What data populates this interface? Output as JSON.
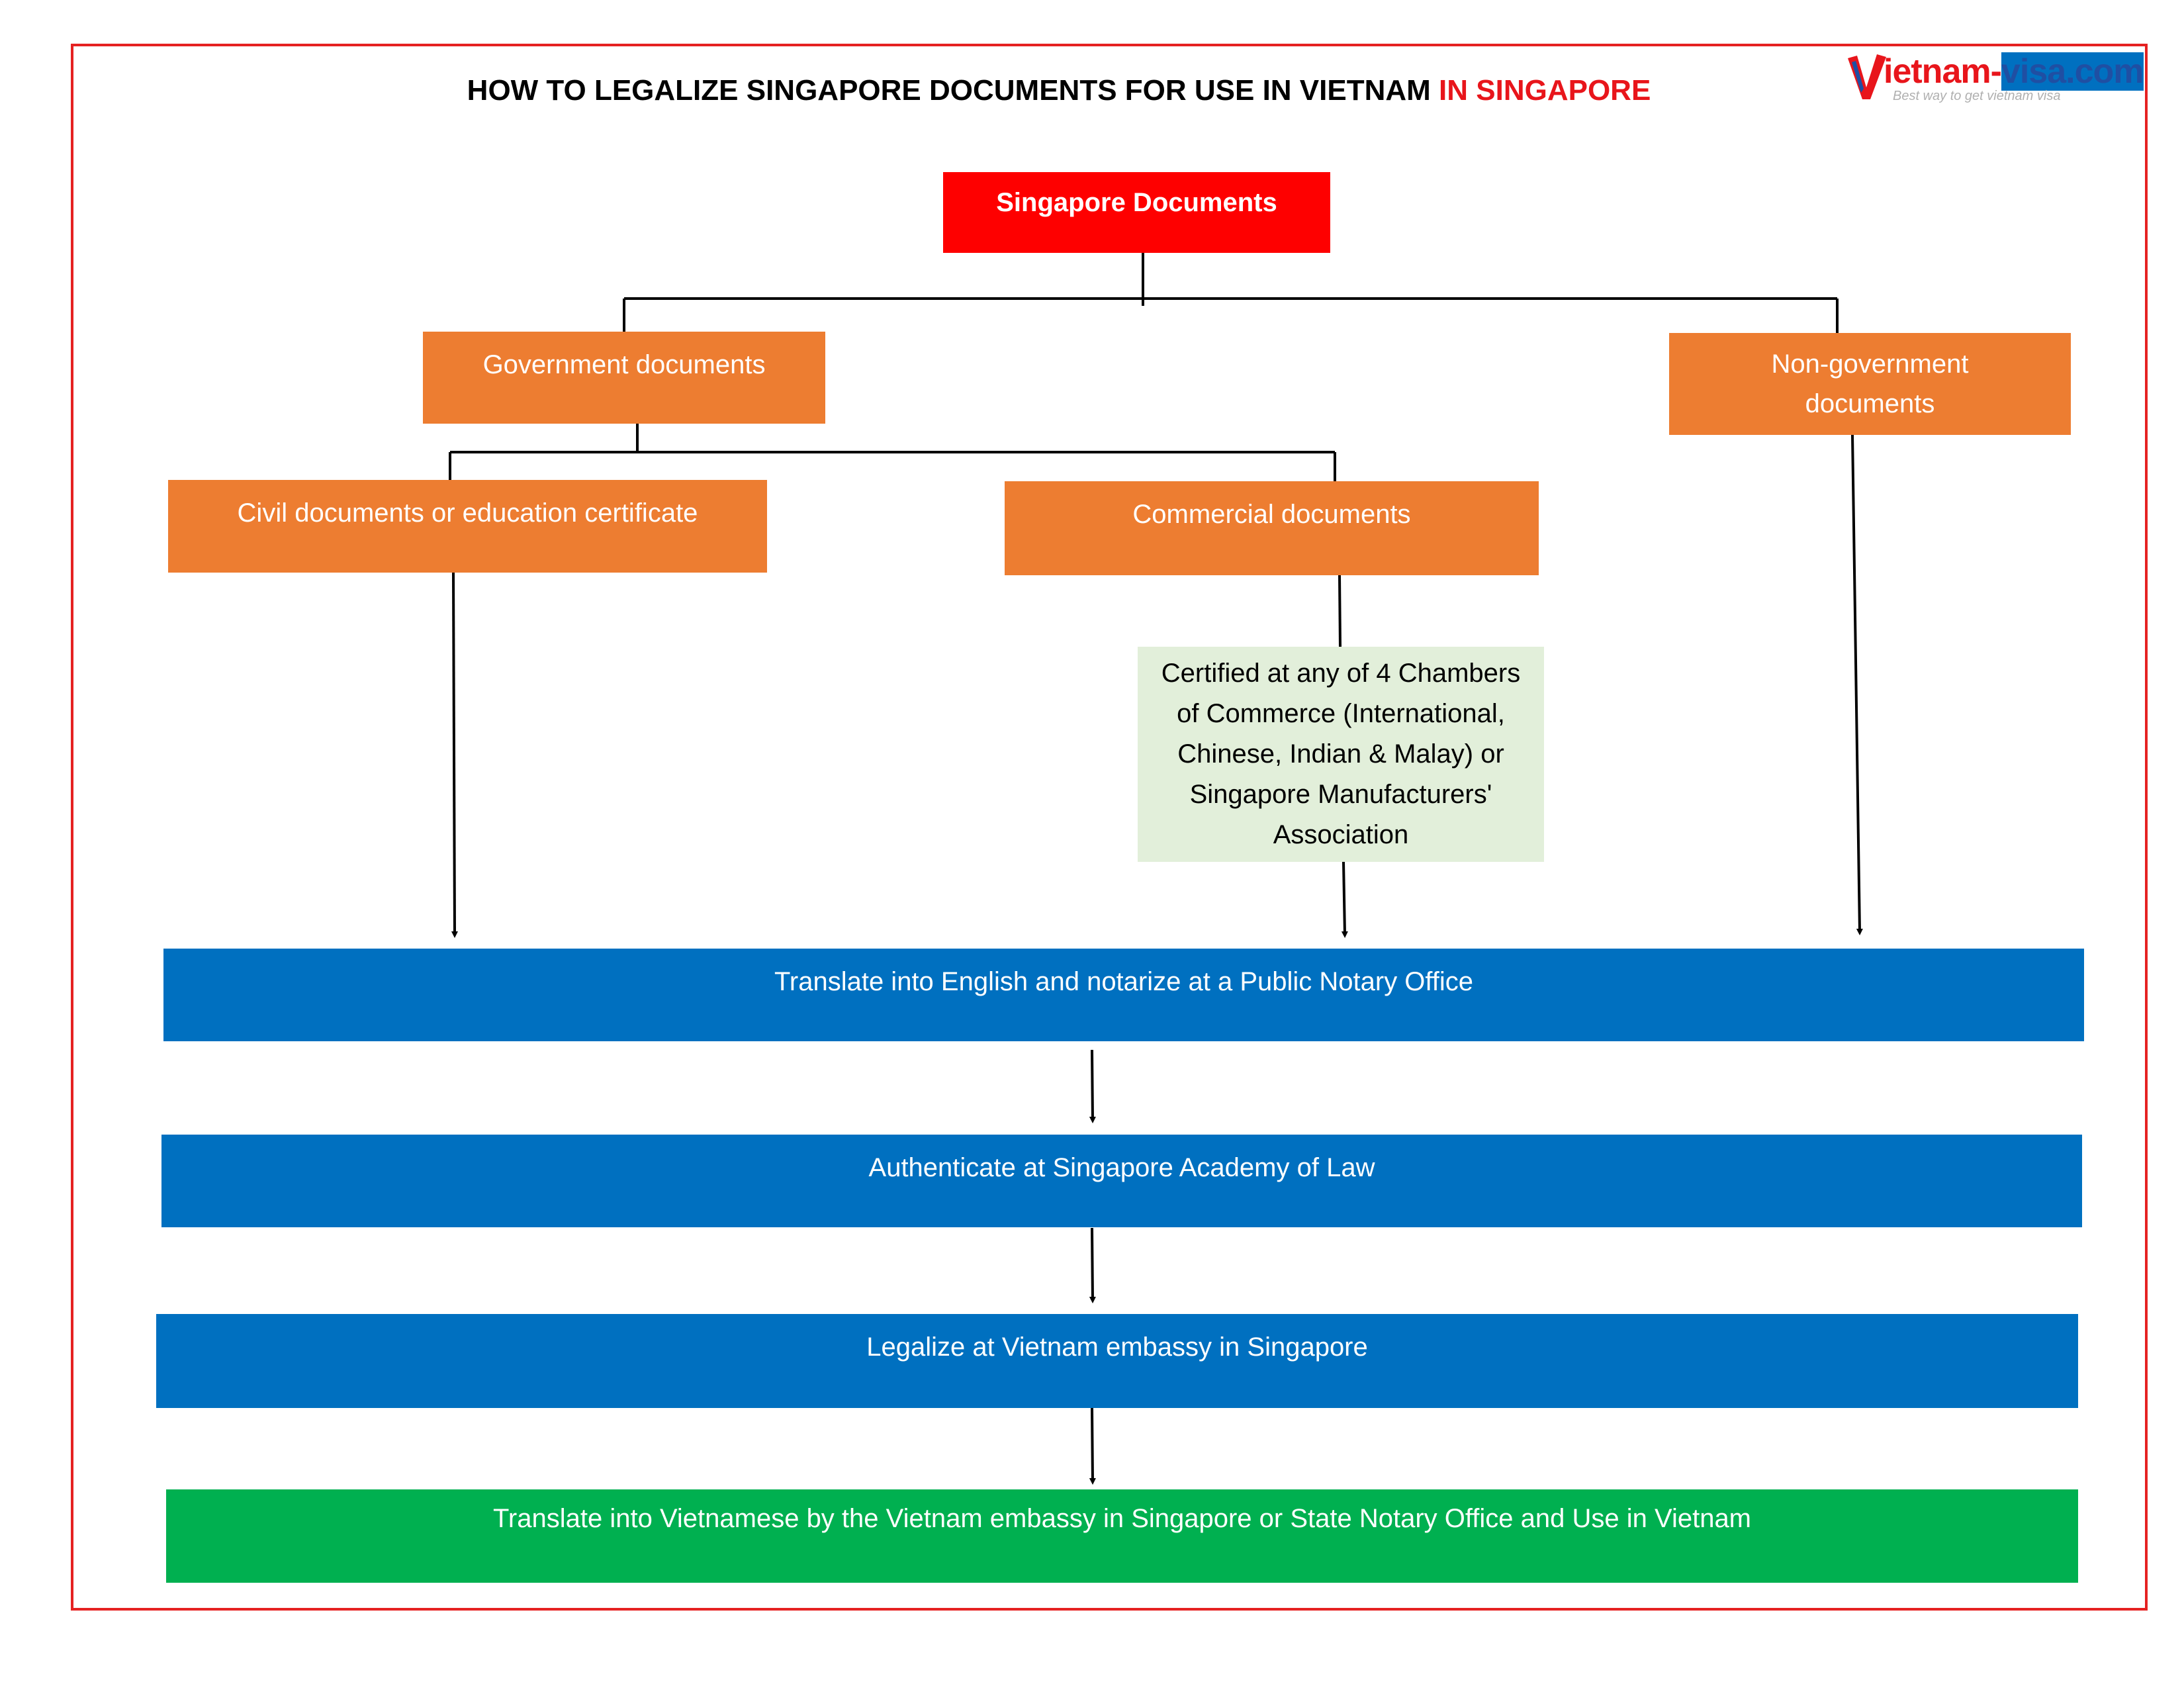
{
  "title": {
    "main": "HOW TO LEGALIZE SINGAPORE DOCUMENTS FOR USE IN VIETNAM",
    "accent": "IN SINGAPORE"
  },
  "logo": {
    "text_red": "ietnam-",
    "text_blue": "visa.com",
    "tagline": "Best way to get vietnam visa"
  },
  "nodes": {
    "singapore_documents": "Singapore Documents",
    "government_documents": "Government documents",
    "non_government_documents": "Non-government documents",
    "civil_documents": "Civil documents or education certificate",
    "commercial_documents": "Commercial documents",
    "certified_chambers": "Certified at any of 4 Chambers of Commerce (International, Chinese, Indian & Malay) or Singapore Manufacturers' Association",
    "translate_english": "Translate into English and notarize at a Public Notary Office",
    "authenticate": "Authenticate at Singapore Academy of Law",
    "legalize": "Legalize at Vietnam embassy in Singapore",
    "translate_vietnamese": "Translate into Vietnamese by the Vietnam embassy in Singapore or State Notary Office and Use in Vietnam"
  },
  "colors": {
    "root": "#fe0000",
    "category": "#ed7d31",
    "certification": "#e2efda",
    "step": "#0070c0",
    "final_step": "#00b050",
    "frame": "#e52222"
  }
}
